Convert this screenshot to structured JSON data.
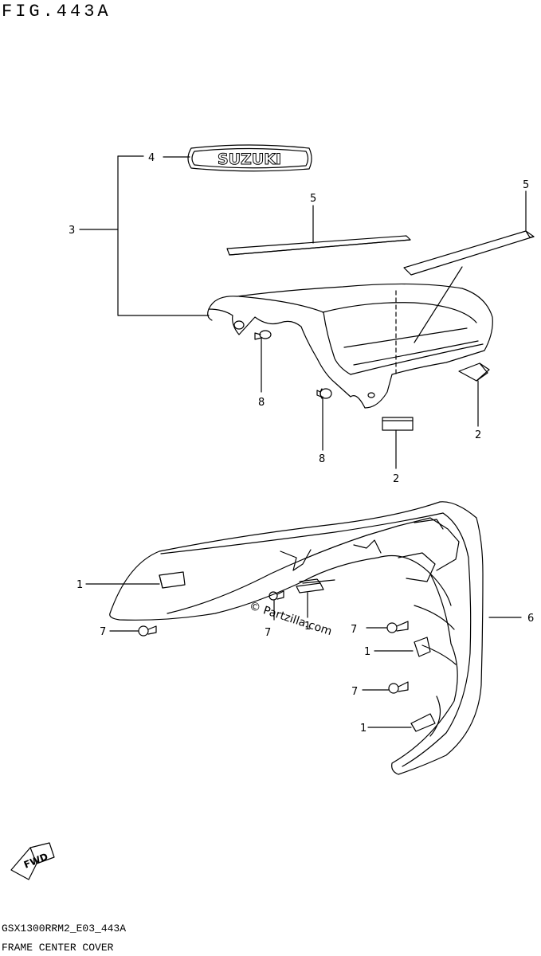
{
  "figure": {
    "title": "FIG.443A",
    "code": "GSX1300RRM2_E03_443A",
    "subtitle": "FRAME CENTER COVER"
  },
  "emblem_text": "SUZUKI",
  "watermark": "© Partzilla.com",
  "fwd_label": "FWD",
  "callouts": {
    "c1a": "1",
    "c1b": "1",
    "c1c": "1",
    "c1d": "1",
    "c2a": "2",
    "c2b": "2",
    "c3": "3",
    "c4": "4",
    "c5a": "5",
    "c5b": "5",
    "c6": "6",
    "c7a": "7",
    "c7b": "7",
    "c7c": "7",
    "c7d": "7",
    "c8a": "8",
    "c8b": "8"
  }
}
